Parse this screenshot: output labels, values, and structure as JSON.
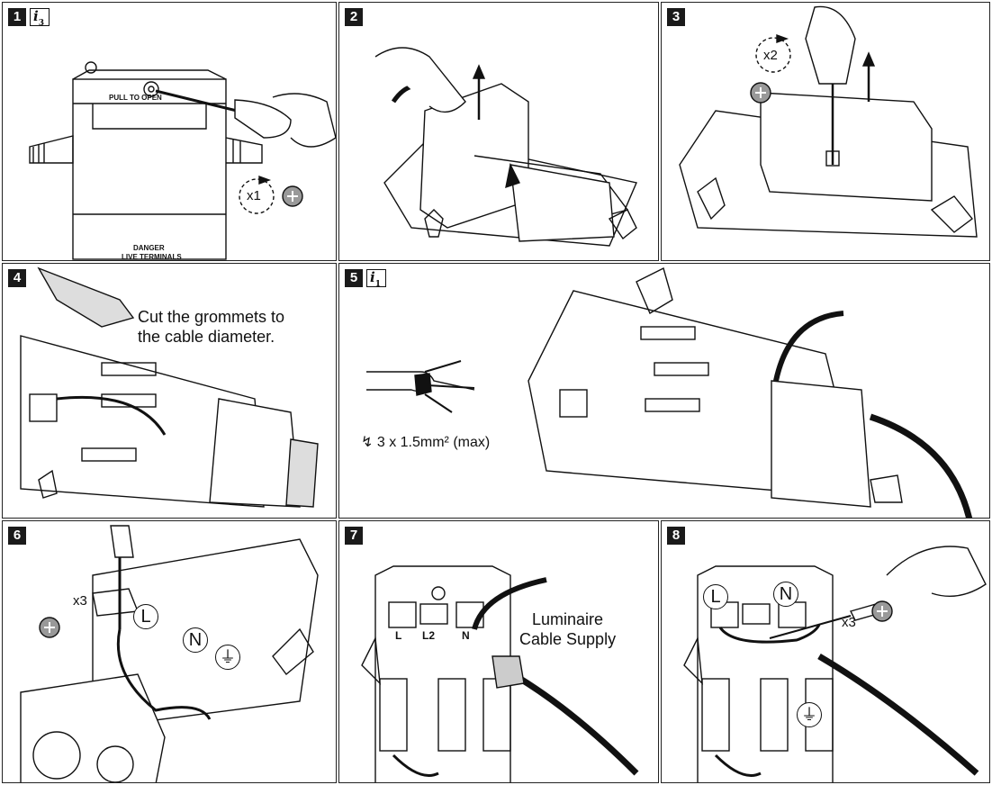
{
  "steps": [
    {
      "number": "1",
      "info": "3",
      "count": "x1",
      "texts": {
        "pull": "PULL TO OPEN",
        "danger": "DANGER",
        "live": "LIVE TERMINALS"
      }
    },
    {
      "number": "2"
    },
    {
      "number": "3",
      "count": "x2"
    },
    {
      "number": "4",
      "caption": "Cut the grommets to\nthe cable diameter."
    },
    {
      "number": "5",
      "info": "1",
      "cable_spec": "3 x 1.5mm² (max)"
    },
    {
      "number": "6",
      "count": "x3"
    },
    {
      "number": "7",
      "caption": "Luminaire\nCable Supply"
    },
    {
      "number": "8",
      "count": "x3"
    }
  ],
  "terminal_labels": {
    "live": "L",
    "live2": "L2",
    "neutral": "N"
  },
  "icons": [
    "screwdriver-icon",
    "phillips-head-icon",
    "rotate-arrow-icon",
    "lift-arrow-icon",
    "ground-symbol-icon",
    "hand-icon",
    "knife-icon"
  ],
  "colors": {
    "ink": "#111111",
    "cable": "#0a0a0a",
    "panel_border": "#222222"
  }
}
